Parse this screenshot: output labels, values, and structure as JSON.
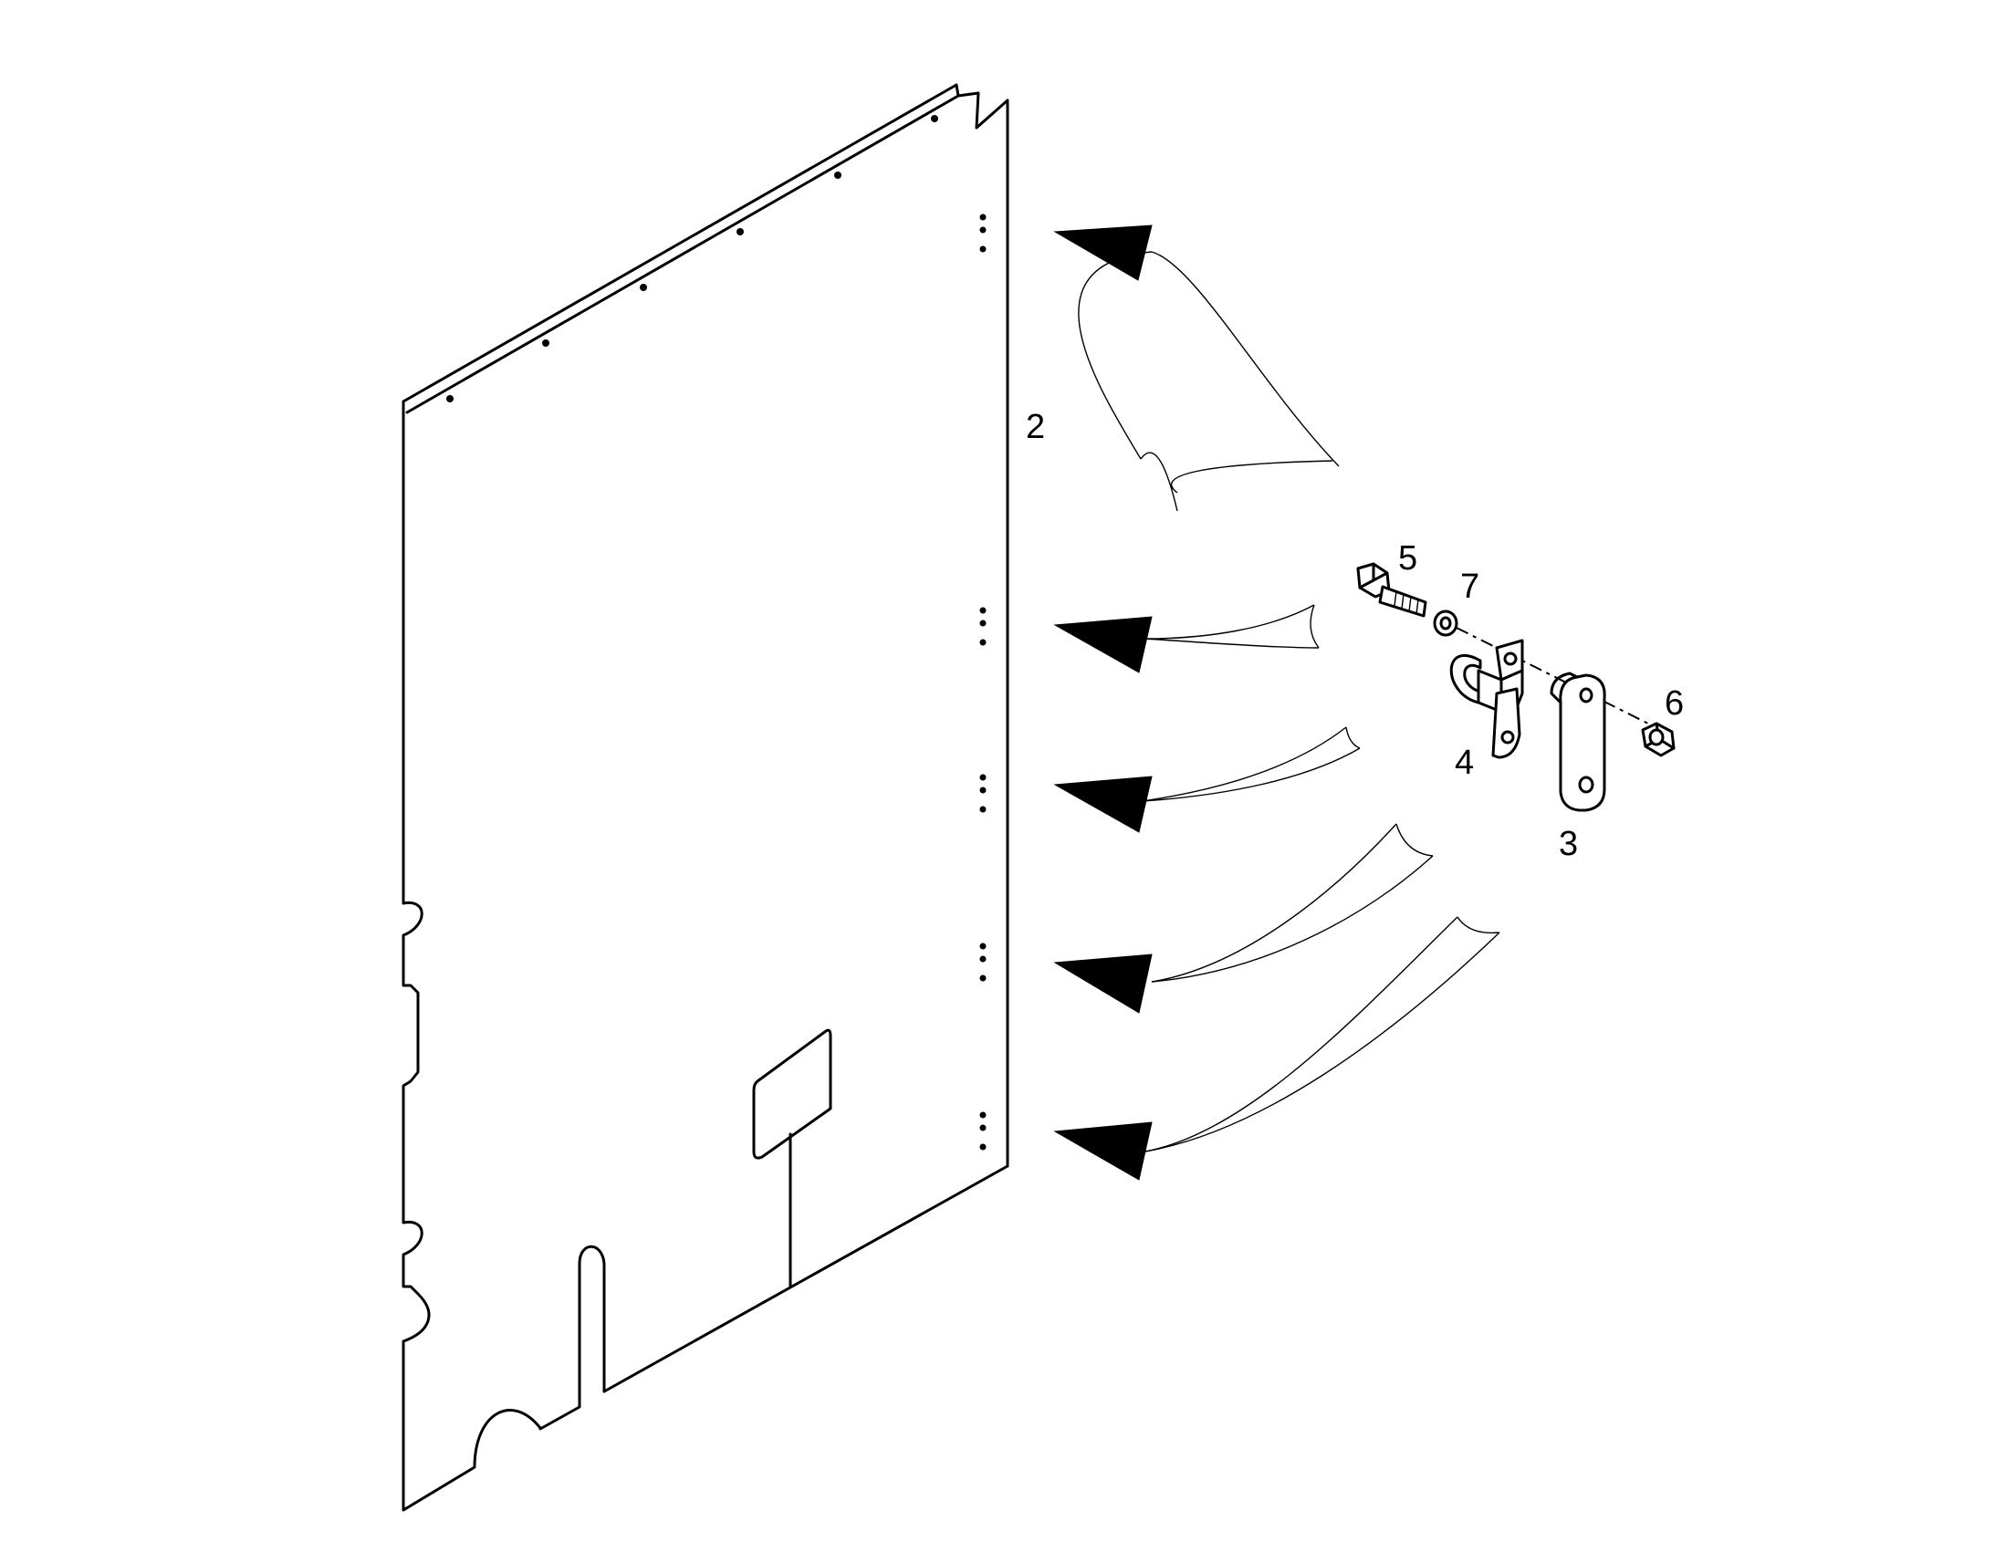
{
  "diagram": {
    "callouts": {
      "panel": "2",
      "plate": "3",
      "clip": "4",
      "bolt": "5",
      "nut": "6",
      "washer": "7"
    },
    "line_color": "#000000",
    "background": "#ffffff"
  }
}
